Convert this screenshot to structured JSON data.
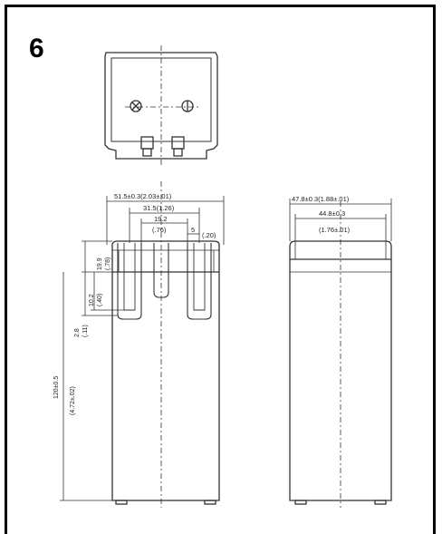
{
  "figure": {
    "panel_number": "6",
    "front_view": {
      "overall_width": "51.5±0.3(2.03±.01)",
      "terminal_spacing": "31.5(1.26)",
      "terminal_inner": "19.2",
      "terminal_inner_in": "(.76)",
      "terminal_width": "5",
      "terminal_width_in": "(.20)",
      "top_height": "19.9",
      "top_height_in": "(.78)",
      "tab_height": "10.2",
      "tab_height_in": "(.40)",
      "tab_offset": "2.8",
      "tab_offset_in": "(.11)",
      "body_height": "120±0.5",
      "body_height_in": "(4.72±.02)"
    },
    "side_view": {
      "overall_depth": "47.8±0.3(1.88±.01)",
      "inner_depth": "44.8±0.3",
      "inner_depth_in": "(1.76±.01)"
    }
  }
}
